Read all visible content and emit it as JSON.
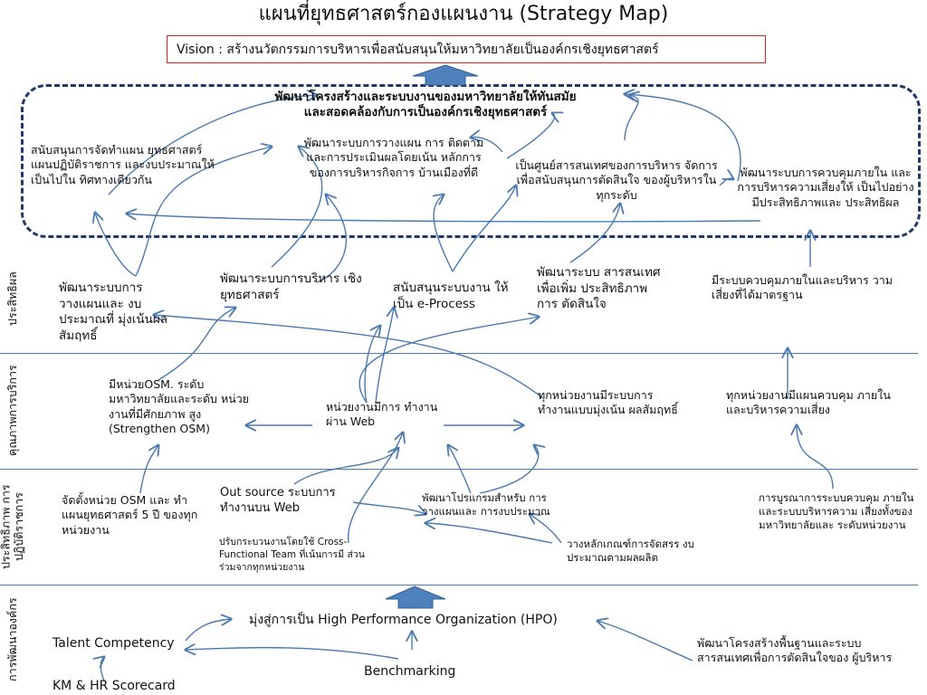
{
  "title": {
    "thai": "แผนที่ยุทธศาสตร์กองแผนงาน",
    "en": "(Strategy Map)"
  },
  "vision": "Vision : สร้างนวัตกรรมการบริหารเพื่อสนับสนุนให้มหาวิทยาลัยเป็นองค์กรเชิงยุทธศาสตร์",
  "perspectives": [
    "ประสิทธิผล",
    "คุณภาพการบริการ",
    "ประสิทธิภาพ การปฏิบัติราชการ",
    "การพัฒนาองค์กร"
  ],
  "goal": {
    "line1": "พัฒนาโครงสร้างและระบบงานของมหาวิทยาลัยให้ทันสมัย",
    "line2": "และสอดคล้องกับการเป็นองค์กรเชิงยุทธศาสตร์"
  },
  "goal_items": {
    "planning_support": "สนับสนุนการจัดทำแผน ยุทธศาสตร์ แผนปฏิบัติราชการ และงบประมาณให้เป็นไปใน ทิศทางเดียวกัน",
    "monitoring": "พัฒนาระบบการวางแผน การ ติดตามและการประเมินผลโดยเน้น หลักการของการบริหารกิจการ บ้านเมืองที่ดี",
    "info_center": "เป็นศูนย์สารสนเทศของการบริหาร จัดการ เพื่อสนับสนุนการตัดสินใจ ของผู้บริหารในทุกระดับ",
    "internal_control": "พัฒนาระบบการควบคุมภายใน และการบริหารความเสี่ยงให้ เป็นไปอย่างมีประสิทธิภาพและ ประสิทธิผล"
  },
  "effectiveness": {
    "budget_system": "พัฒนาระบบการ วางแผนและ งบประมาณที่ มุ่งเน้นผลสัมฤทธิ์",
    "strategic_mgmt": "พัฒนาระบบการบริหาร เชิงยุทธศาสตร์",
    "e_process": "สนับสนุนระบบงาน ให้เป็น e-Process",
    "mis": "พัฒนาระบบ สารสนเทศเพื่อเพิ่ม ประสิทธิภาพการ ตัดสินใจ",
    "control_standard": "มีระบบควบคุมภายในและบริหาร วามเสี่ยงที่ได้มาตรฐาน"
  },
  "service": {
    "osm_units": "มีหน่วยOSM. ระดับ มหาวิทยาลัยและระดับ หน่วยงานที่มีศักยภาพ สูง (Strengthen OSM)",
    "web_units": "หน่วยงานมีการ ทำงานผ่าน Web",
    "result_based": "ทุกหน่วยงานมีระบบการ ทำงานแบบมุ่งเน้น ผลสัมฤทธิ์",
    "risk_plans": "ทุกหน่วยงานมีแผนควบคุม ภายในและบริหารความเสี่ยง"
  },
  "process": {
    "setup_osm": "จัดตั้งหน่วย OSM และ ทำแผนยุทธศาสตร์ 5 ปี ของทุกหน่วยงาน",
    "outsource": "Out source ระบบการ ทำงานบน Web",
    "cross_functional": "ปรับกระบวนงานโดยใช้ Cross-Functional Team ที่เน้นการมี ส่วนร่วมจากทุกหน่วยงาน",
    "budget_program": "พัฒนาโปรแกรมสำหรับ การวางแผนและ การงบประมาณ",
    "budget_criteria": "วางหลักเกณฑ์การจัดสรร งบประมาณตามผลผลิต",
    "integration": "การบูรณาการระบบควบคุม ภายในและระบบบริหารความ เสี่ยงทั้งของมหาวิทยาลัยและ ระดับหน่วยงาน"
  },
  "development": {
    "hpo": "มุ่งสู่การเป็น High Performance Organization (HPO)",
    "talent": "Talent Competency",
    "benchmarking": "Benchmarking",
    "infra": "พัฒนาโครงสร้างพื้นฐานและระบบ สารสนเทศเพื่อการตัดสินใจของ ผู้บริหาร",
    "scorecard": "KM & HR Scorecard"
  },
  "colors": {
    "arrow": "#4a7ab0",
    "frame": "#1f3a68",
    "vision_border": "#dd2222",
    "block_arrow": "#4f81bd"
  }
}
